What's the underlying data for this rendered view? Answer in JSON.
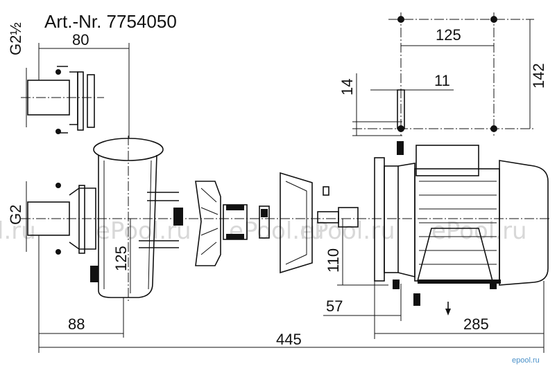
{
  "title": "Art.-Nr. 7754050",
  "dimensions": {
    "d80": "80",
    "d125_top": "125",
    "d14": "14",
    "d11": "11",
    "d142": "142",
    "g2_half": "G2½",
    "g2": "G2",
    "d125_left": "125",
    "d110": "110",
    "d57": "57",
    "d88": "88",
    "d285": "285",
    "d445": "445"
  },
  "watermarks": [
    "l.ru",
    "ePool.ru",
    "ePool.ru",
    "ePool.ru",
    "ePool.ru"
  ],
  "corner_mark": "epool.ru"
}
